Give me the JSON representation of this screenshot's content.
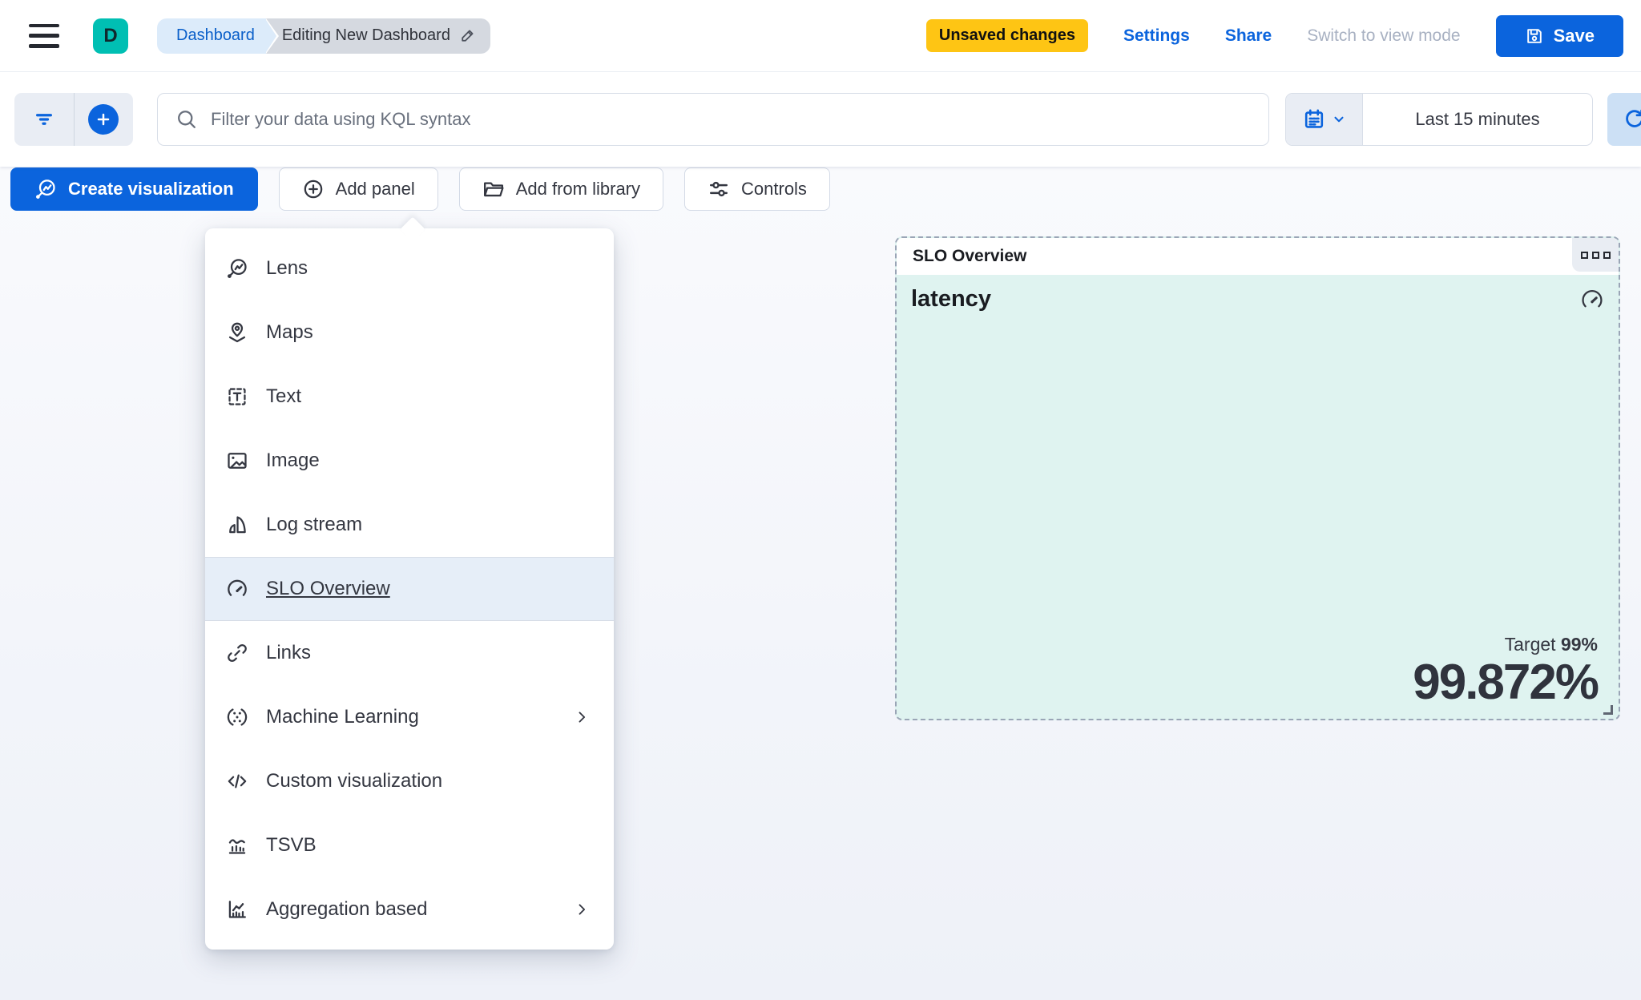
{
  "header": {
    "logo_letter": "D",
    "breadcrumbs": {
      "first": "Dashboard",
      "second": "Editing New Dashboard"
    },
    "unsaved_badge": "Unsaved changes",
    "settings_label": "Settings",
    "share_label": "Share",
    "view_mode_label": "Switch to view mode",
    "save_label": "Save"
  },
  "query_bar": {
    "search_placeholder": "Filter your data using KQL syntax",
    "time_range": "Last 15 minutes"
  },
  "toolbar": {
    "create_visualization_label": "Create visualization",
    "add_panel_label": "Add panel",
    "add_from_library_label": "Add from library",
    "controls_label": "Controls"
  },
  "add_panel_menu": {
    "items": [
      {
        "label": "Lens",
        "icon": "lens-icon",
        "selected": false,
        "has_submenu": false
      },
      {
        "label": "Maps",
        "icon": "maps-icon",
        "selected": false,
        "has_submenu": false
      },
      {
        "label": "Text",
        "icon": "text-icon",
        "selected": false,
        "has_submenu": false
      },
      {
        "label": "Image",
        "icon": "image-icon",
        "selected": false,
        "has_submenu": false
      },
      {
        "label": "Log stream",
        "icon": "log-stream-icon",
        "selected": false,
        "has_submenu": false
      },
      {
        "label": "SLO Overview",
        "icon": "gauge-icon",
        "selected": true,
        "has_submenu": false
      },
      {
        "label": "Links",
        "icon": "link-icon",
        "selected": false,
        "has_submenu": false
      },
      {
        "label": "Machine Learning",
        "icon": "machine-learning-icon",
        "selected": false,
        "has_submenu": true
      },
      {
        "label": "Custom visualization",
        "icon": "code-icon",
        "selected": false,
        "has_submenu": false
      },
      {
        "label": "TSVB",
        "icon": "tsvb-chart-icon",
        "selected": false,
        "has_submenu": false
      },
      {
        "label": "Aggregation based",
        "icon": "aggregation-chart-icon",
        "selected": false,
        "has_submenu": true
      }
    ]
  },
  "slo_panel": {
    "title": "SLO Overview",
    "slo_name": "latency",
    "target_label": "Target",
    "target_value": "99%",
    "sli_value": "99.872%"
  },
  "colors": {
    "primary_blue": "#0b64dd",
    "warning_yellow": "#fec514",
    "logo_teal": "#00bfb3",
    "panel_mint": "#dff3f0",
    "menu_highlight": "#e6eef8",
    "text_dark": "#343741"
  }
}
